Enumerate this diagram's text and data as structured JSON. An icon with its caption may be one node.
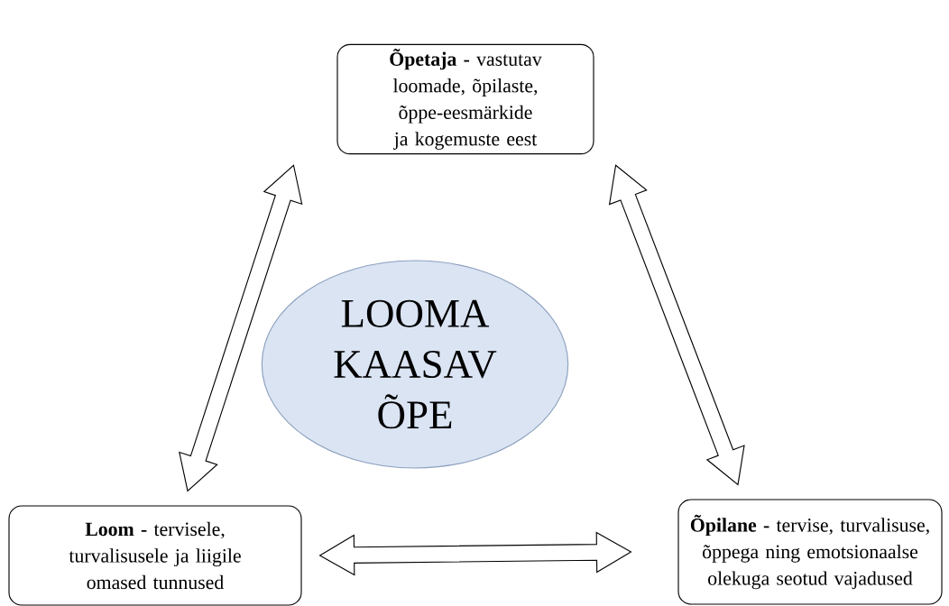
{
  "diagram": {
    "nodes": [
      {
        "text": [
          "**Õpetaja -** vastutav loomade, õpilaste, õppe-eesmärkide ja kogemuste eest"
        ]
      },
      {
        "text": [
          "LOOMA KAASAV ÕPE"
        ]
      },
      {
        "text": [
          "**Loom -** tervisele, turvalisusele ja liigile omased tunnused"
        ]
      },
      {
        "text": [
          "**Õpilane -** tervise, turvalisuse, õppega ning emotsionaalse olekuga seotud vajadused"
        ]
      }
    ],
    "edges": [
      {
        "from": 0,
        "to": 2,
        "arrow": "both"
      },
      {
        "from": 0,
        "to": 3,
        "arrow": "both"
      },
      {
        "from": 2,
        "to": 3,
        "arrow": "both"
      }
    ]
  }
}
